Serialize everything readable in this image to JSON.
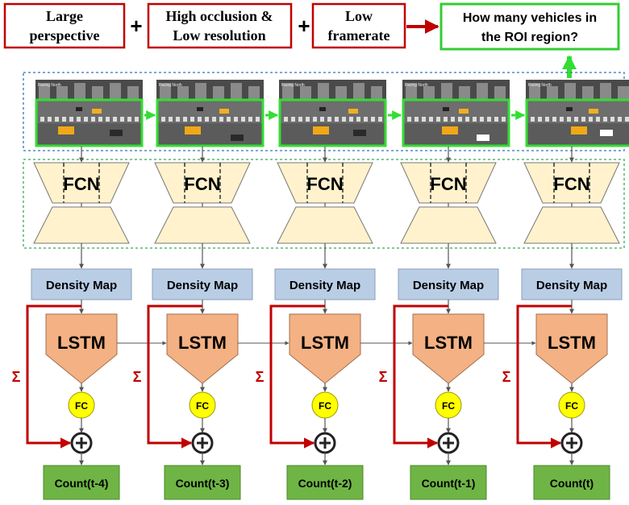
{
  "top_row": {
    "challenges": [
      {
        "line1": "Large",
        "line2": "perspective"
      },
      {
        "line1": "High occlusion &",
        "line2": "Low resolution"
      },
      {
        "line1": "Low",
        "line2": "framerate"
      }
    ],
    "plus": "+",
    "question": {
      "line1": "How many vehicles in",
      "line2": "the ROI region?"
    }
  },
  "frame_caption": "Facing North",
  "fcn_label": "FCN",
  "density_label": "Density Map",
  "lstm_label": "LSTM",
  "fc_label": "FC",
  "sum_symbol": "Σ",
  "plus_symbol": "+",
  "counts": [
    "Count(t-4)",
    "Count(t-3)",
    "Count(t-2)",
    "Count(t-1)",
    "Count(t)"
  ],
  "colors": {
    "challenge_border": "#c00000",
    "question_border": "#33cc33",
    "frame_border": "#33dd33",
    "dashed_blue": "#2e75b6",
    "dashed_green": "#33aa55",
    "fcn_fill": "#fff2cc",
    "density_fill": "#b9cde5",
    "lstm_fill": "#f4b183",
    "fc_fill": "#ffff00",
    "count_fill": "#6fb545",
    "red_arrow": "#c00000"
  }
}
